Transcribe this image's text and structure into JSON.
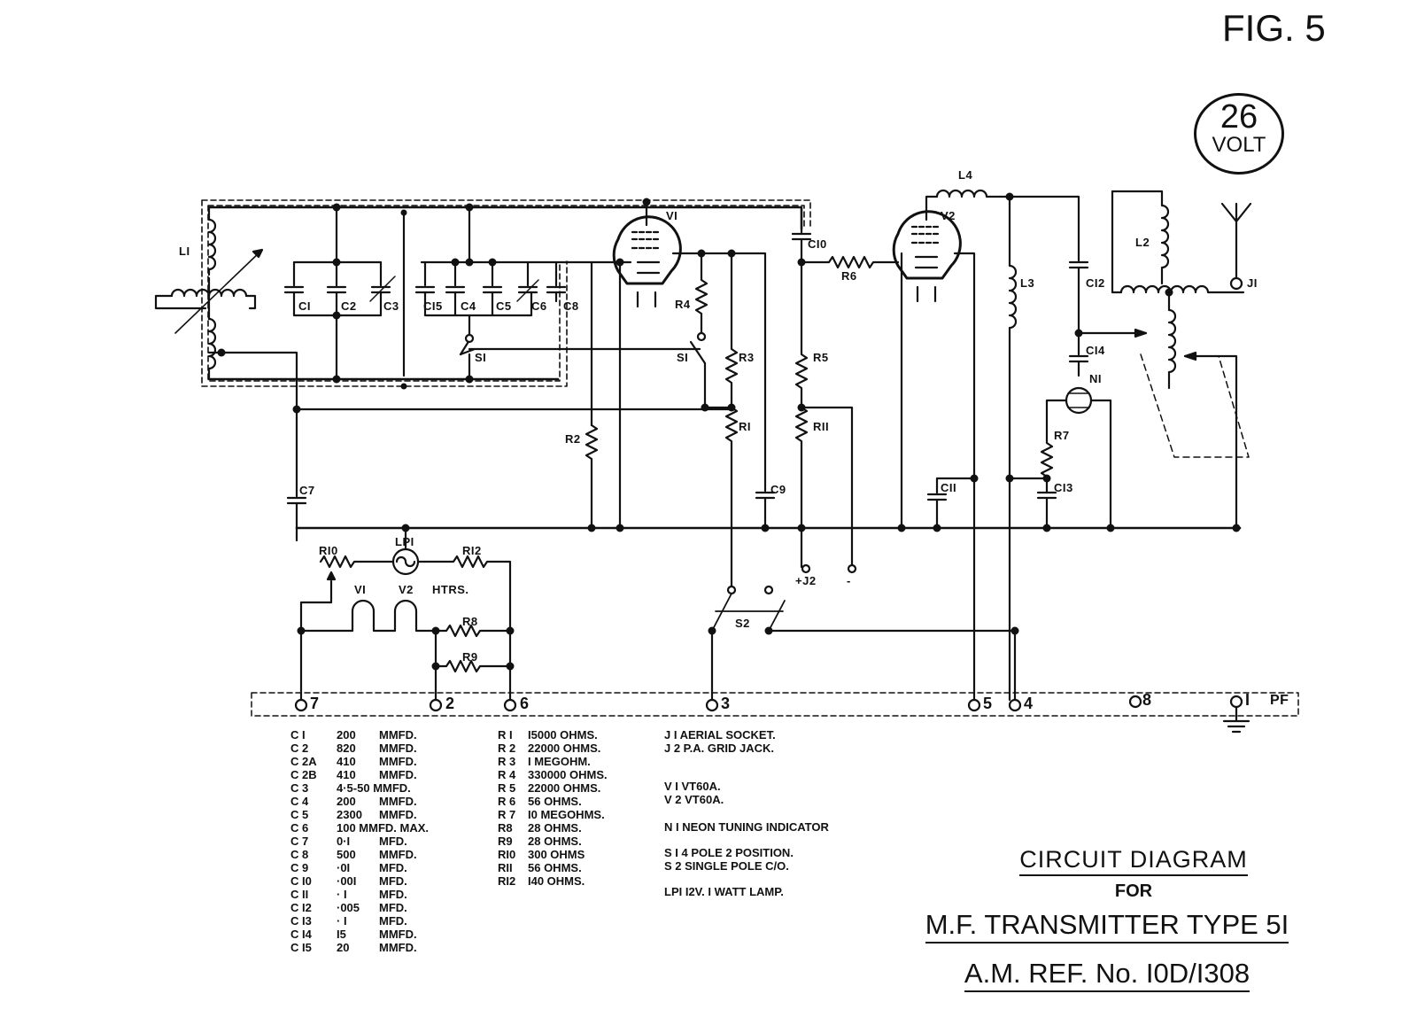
{
  "figure_label": "FIG. 5",
  "supply": {
    "value": "26",
    "unit": "VOLT"
  },
  "labels": {
    "L1": "LI",
    "L2": "L2",
    "L3": "L3",
    "L4": "L4",
    "C1": "CI",
    "C2": "C2",
    "C3": "C3",
    "C15": "CI5",
    "C4": "C4",
    "C5": "C5",
    "C6": "C6",
    "C8": "C8",
    "C7": "C7",
    "C9": "C9",
    "C10": "CI0",
    "C11": "CII",
    "C12": "CI2",
    "C13": "CI3",
    "C14": "CI4",
    "V1": "VI",
    "V2": "V2",
    "R1": "RI",
    "R2": "R2",
    "R3": "R3",
    "R4": "R4",
    "R5": "R5",
    "R6": "R6",
    "R7": "R7",
    "R8": "R8",
    "R9": "R9",
    "R10": "RI0",
    "R11": "RII",
    "R12": "RI2",
    "S1a": "SI",
    "S1b": "SI",
    "S2": "S2",
    "N1": "NI",
    "J1": "JI",
    "J2": "+J2",
    "J2neg": "-",
    "LP1": "LPI",
    "htrV1": "VI",
    "htrV2": "V2",
    "htrs": "HTRS.",
    "PF": "PF",
    "t7": "7",
    "t2": "2",
    "t6": "6",
    "t3": "3",
    "t5": "5",
    "t4": "4",
    "t8": "8",
    "t1": "I"
  },
  "capacitor_list": [
    [
      "C I",
      "200",
      "MMFD."
    ],
    [
      "C 2",
      "820",
      "MMFD."
    ],
    [
      "C 2A",
      "410",
      "MMFD."
    ],
    [
      "C 2B",
      "410",
      "MMFD."
    ],
    [
      "C 3",
      "4·5-50 MMFD.",
      ""
    ],
    [
      "C 4",
      "200",
      "MMFD."
    ],
    [
      "C 5",
      "2300",
      "MMFD."
    ],
    [
      "C 6",
      "100 MMFD. MAX.",
      ""
    ],
    [
      "C 7",
      "0·I",
      "MFD."
    ],
    [
      "C 8",
      "500",
      "MMFD."
    ],
    [
      "C 9",
      "·0I",
      "MFD."
    ],
    [
      "C I0",
      "·00I",
      "MFD."
    ],
    [
      "C II",
      "· I",
      "MFD."
    ],
    [
      "C I2",
      "·005",
      "MFD."
    ],
    [
      "C I3",
      "· I",
      "MFD."
    ],
    [
      "C I4",
      "I5",
      "MMFD."
    ],
    [
      "C I5",
      "20",
      "MMFD."
    ]
  ],
  "resistor_list": [
    [
      "R I",
      "I5000 OHMS."
    ],
    [
      "R 2",
      "22000 OHMS."
    ],
    [
      "R 3",
      "I MEGOHM."
    ],
    [
      "R 4",
      "330000 OHMS."
    ],
    [
      "R 5",
      "22000 OHMS."
    ],
    [
      "R 6",
      "56 OHMS."
    ],
    [
      "R 7",
      "I0 MEGOHMS."
    ],
    [
      "R8",
      "28 OHMS."
    ],
    [
      "R9",
      "28 OHMS."
    ],
    [
      "RI0",
      "300 OHMS"
    ],
    [
      "RII",
      "56 OHMS."
    ],
    [
      "RI2",
      "I40 OHMS."
    ]
  ],
  "other_list": {
    "jacks": [
      "J I AERIAL SOCKET.",
      "J 2 P.A. GRID JACK."
    ],
    "valves": [
      "V I VT60A.",
      "V 2 VT60A."
    ],
    "neon": "N I NEON TUNING INDICATOR",
    "switches": [
      "S I 4 POLE 2 POSITION.",
      "S 2 SINGLE POLE C/O."
    ],
    "lamp": "LPI I2V. I WATT LAMP."
  },
  "title_block": {
    "line1": "CIRCUIT DIAGRAM",
    "line2": "FOR",
    "line3": "M.F. TRANSMITTER TYPE 5I",
    "line4": "A.M. REF. No. I0D/I308"
  }
}
